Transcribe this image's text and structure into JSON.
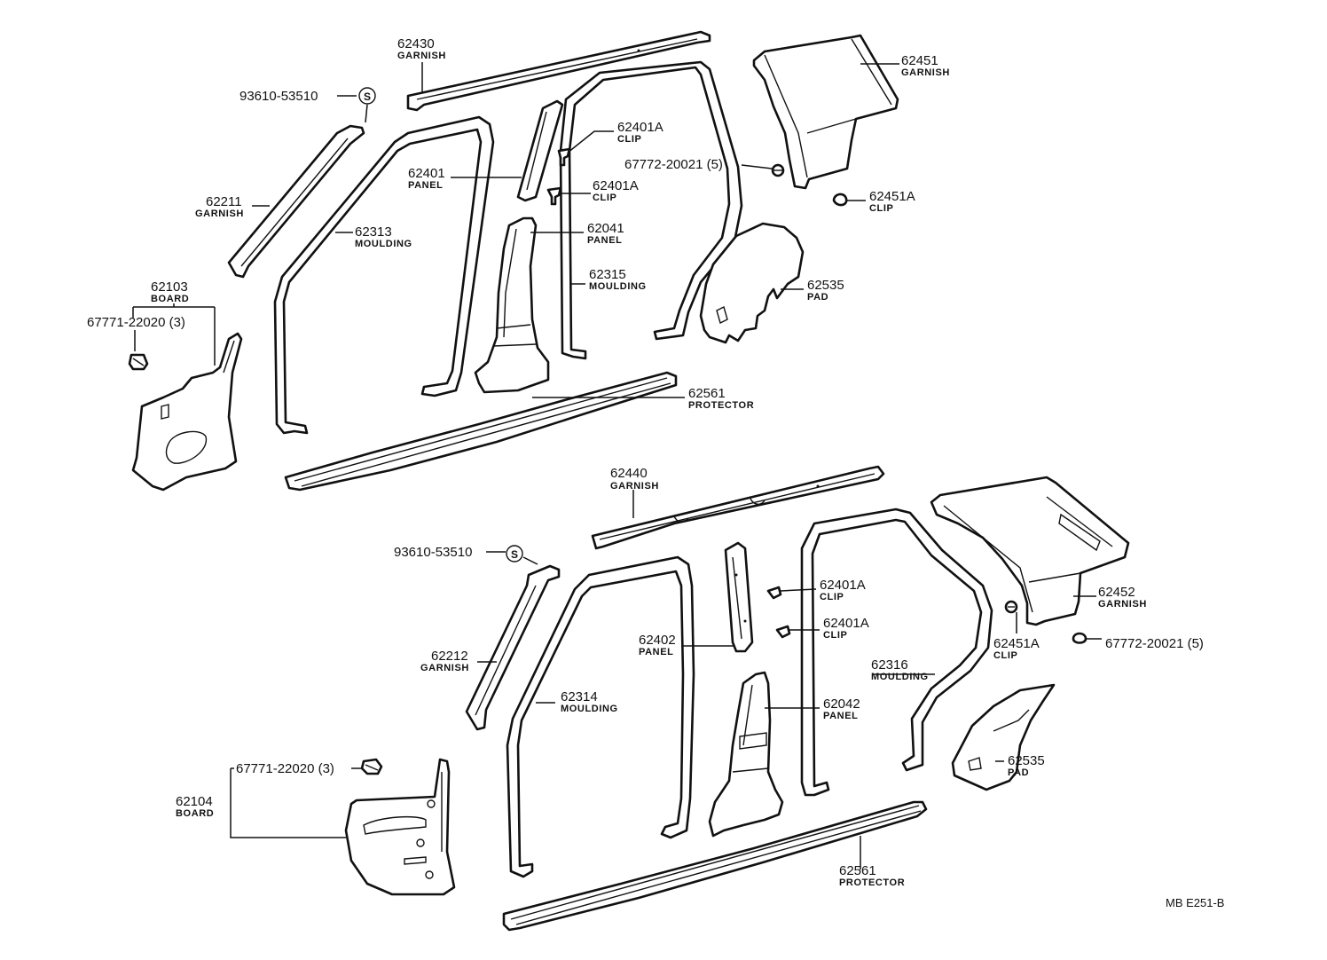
{
  "callouts": {
    "upper": {
      "c62430": {
        "num": "62430",
        "name": "GARNISH"
      },
      "c93610": {
        "num": "93610-53510"
      },
      "c62451": {
        "num": "62451",
        "name": "GARNISH"
      },
      "c62401A_1": {
        "num": "62401A",
        "name": "CLIP"
      },
      "c62401": {
        "num": "62401",
        "name": "PANEL"
      },
      "c67772": {
        "num": "67772-20021 (5)"
      },
      "c62401A_2": {
        "num": "62401A",
        "name": "CLIP"
      },
      "c62451A": {
        "num": "62451A",
        "name": "CLIP"
      },
      "c62211": {
        "num": "62211",
        "name": "GARNISH"
      },
      "c62313": {
        "num": "62313",
        "name": "MOULDING"
      },
      "c62041": {
        "num": "62041",
        "name": "PANEL"
      },
      "c62315": {
        "num": "62315",
        "name": "MOULDING"
      },
      "c62535": {
        "num": "62535",
        "name": "PAD"
      },
      "c62103": {
        "num": "62103",
        "name": "BOARD"
      },
      "c67771": {
        "num": "67771-22020 (3)"
      },
      "c62561": {
        "num": "62561",
        "name": "PROTECTOR"
      }
    },
    "lower": {
      "c62440": {
        "num": "62440",
        "name": "GARNISH"
      },
      "c93610": {
        "num": "93610-53510"
      },
      "c62401A_1": {
        "num": "62401A",
        "name": "CLIP"
      },
      "c62401A_2": {
        "num": "62401A",
        "name": "CLIP"
      },
      "c62452": {
        "num": "62452",
        "name": "GARNISH"
      },
      "c62402": {
        "num": "62402",
        "name": "PANEL"
      },
      "c62451A": {
        "num": "62451A",
        "name": "CLIP"
      },
      "c67772": {
        "num": "67772-20021 (5)"
      },
      "c62212": {
        "num": "62212",
        "name": "GARNISH"
      },
      "c62316": {
        "num": "62316",
        "name": "MOULDING"
      },
      "c62314": {
        "num": "62314",
        "name": "MOULDING"
      },
      "c62042": {
        "num": "62042",
        "name": "PANEL"
      },
      "c62535": {
        "num": "62535",
        "name": "PAD"
      },
      "c67771": {
        "num": "67771-22020 (3)"
      },
      "c62104": {
        "num": "62104",
        "name": "BOARD"
      },
      "c62561": {
        "num": "62561",
        "name": "PROTECTOR"
      }
    }
  },
  "symbols": {
    "s_mark": "S"
  },
  "figure_ref": "MB E251-B"
}
